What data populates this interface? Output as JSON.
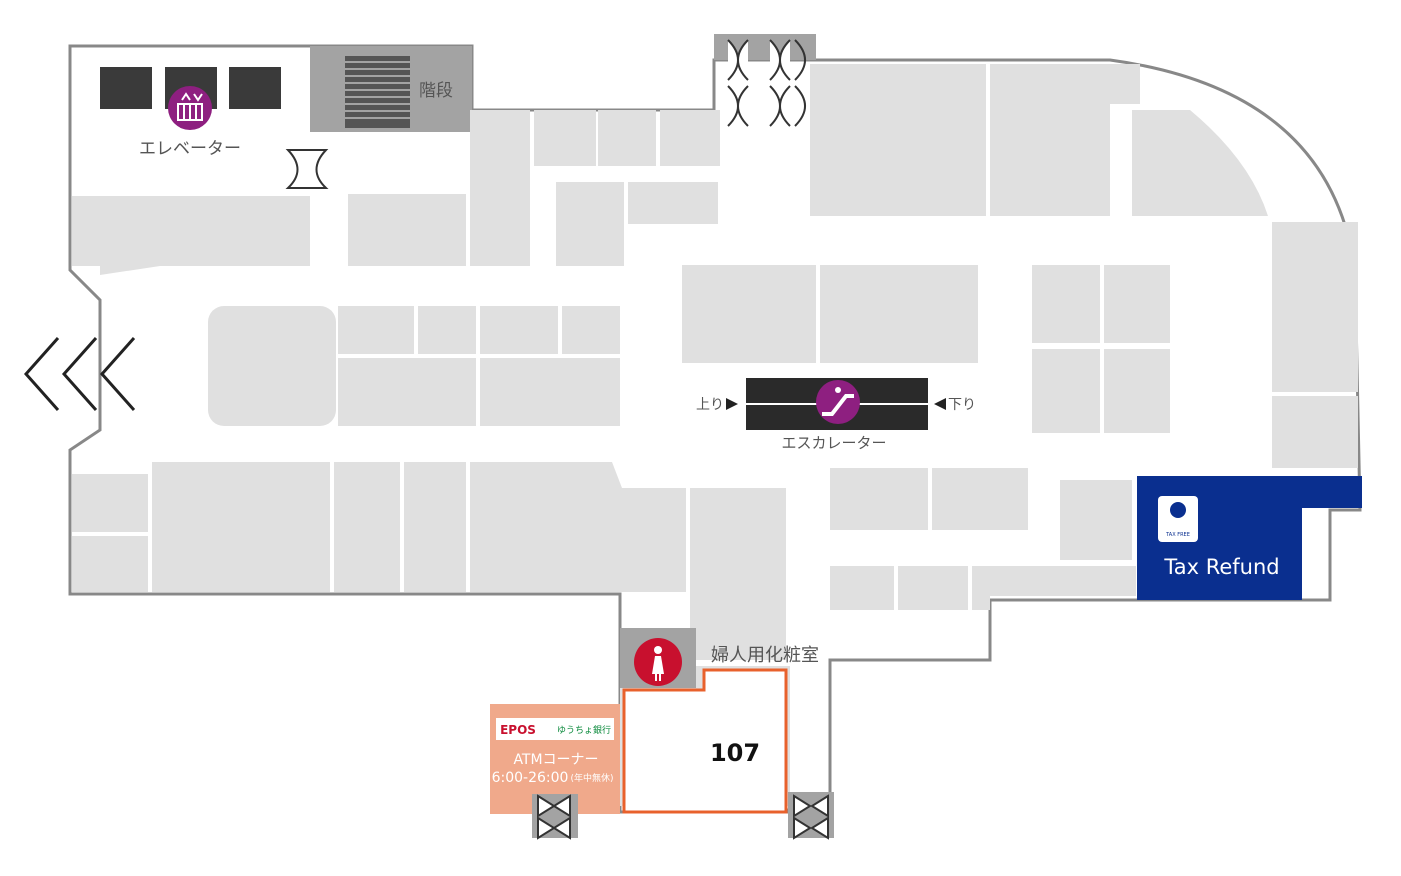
{
  "labels": {
    "elevator": "エレベーター",
    "stairs": "階段",
    "escalator": "エスカレーター",
    "up": "上り",
    "down": "下り",
    "powder_room": "婦人用化粧室",
    "tax_refund": "Tax Refund",
    "tax_free_sign": "TAX FREE",
    "atm_corner": "ATMコーナー",
    "atm_hours": "6:00-26:00",
    "atm_note": "(年中無休)",
    "epos": "EPOS",
    "yucho": "ゆうちょ銀行",
    "highlight_shop": "107"
  },
  "colors": {
    "floor_outline": "#888888",
    "shop": "#e0e0e0",
    "elevator_icon": "#8e1f80",
    "escalator_icon": "#8e1f80",
    "restroom_icon": "#c8102e",
    "tax_refund_bg": "#0a2f8f",
    "atm_bg": "#f0a98b",
    "highlight": "#e8612c"
  },
  "icons": [
    "elevator-icon",
    "escalator-icon",
    "restroom-icon",
    "tax-free-icon",
    "entrance-arrow-icon",
    "door-icon"
  ]
}
